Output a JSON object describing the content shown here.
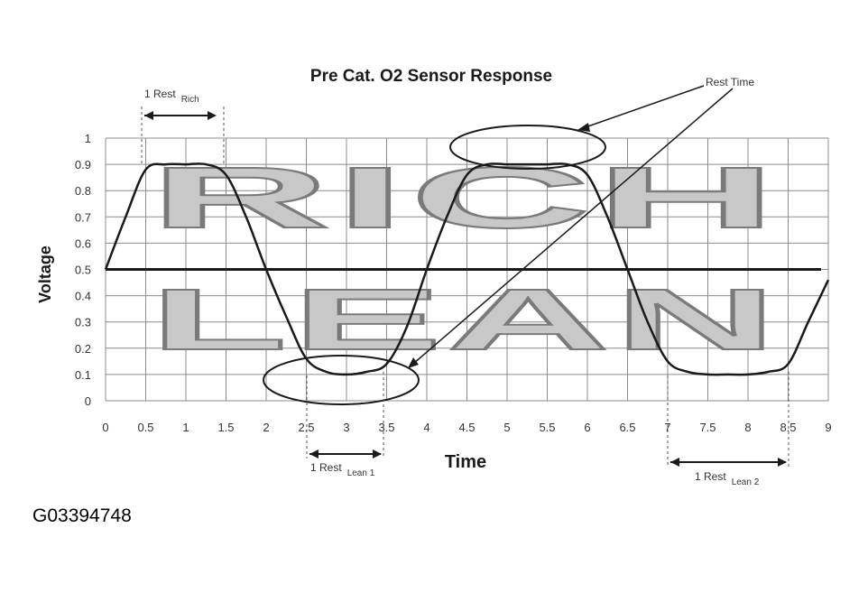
{
  "chart_data": {
    "type": "line",
    "title": "Pre Cat. O2 Sensor Response",
    "xlabel": "Time",
    "ylabel": "Voltage",
    "xlim": [
      0,
      9
    ],
    "ylim": [
      0,
      1
    ],
    "x_ticks": [
      "0",
      "0.5",
      "1",
      "1.5",
      "2",
      "2.5",
      "3",
      "3.5",
      "4",
      "4.5",
      "5",
      "5.5",
      "6",
      "6.5",
      "7",
      "7.5",
      "8",
      "8.5",
      "9"
    ],
    "y_ticks": [
      "0",
      "0.1",
      "0.2",
      "0.3",
      "0.4",
      "0.5",
      "0.6",
      "0.7",
      "0.8",
      "0.9",
      "1"
    ],
    "grid": true,
    "reference_line": {
      "y": 0.5
    },
    "series": [
      {
        "x": [
          0,
          0.25,
          0.5,
          0.75,
          1,
          1.25,
          1.5,
          1.75,
          2,
          2.25,
          2.5,
          2.75,
          3,
          3.25,
          3.5,
          3.75,
          4,
          4.25,
          4.5,
          4.75,
          5,
          5.25,
          5.5,
          5.75,
          6,
          6.25,
          6.5,
          6.75,
          7,
          7.25,
          7.5,
          7.75,
          8,
          8.25,
          8.5,
          8.75,
          9
        ],
        "values": [
          0.5,
          0.7,
          0.88,
          0.9,
          0.9,
          0.9,
          0.86,
          0.7,
          0.5,
          0.32,
          0.16,
          0.11,
          0.1,
          0.11,
          0.14,
          0.28,
          0.5,
          0.7,
          0.86,
          0.9,
          0.9,
          0.9,
          0.9,
          0.9,
          0.86,
          0.7,
          0.5,
          0.3,
          0.15,
          0.11,
          0.1,
          0.1,
          0.1,
          0.11,
          0.14,
          0.3,
          0.46
        ]
      }
    ],
    "region_labels": [
      "RICH",
      "LEAN"
    ],
    "annotations": {
      "rest_time": "Rest Time",
      "rest_rich": "1 Rest",
      "rich_sub": "Rich",
      "rest_lean1": "1 Rest",
      "lean1_sub": "Lean 1",
      "rest_lean2": "1 Rest",
      "lean2_sub": "Lean 2"
    }
  },
  "figure_id": "G03394748"
}
